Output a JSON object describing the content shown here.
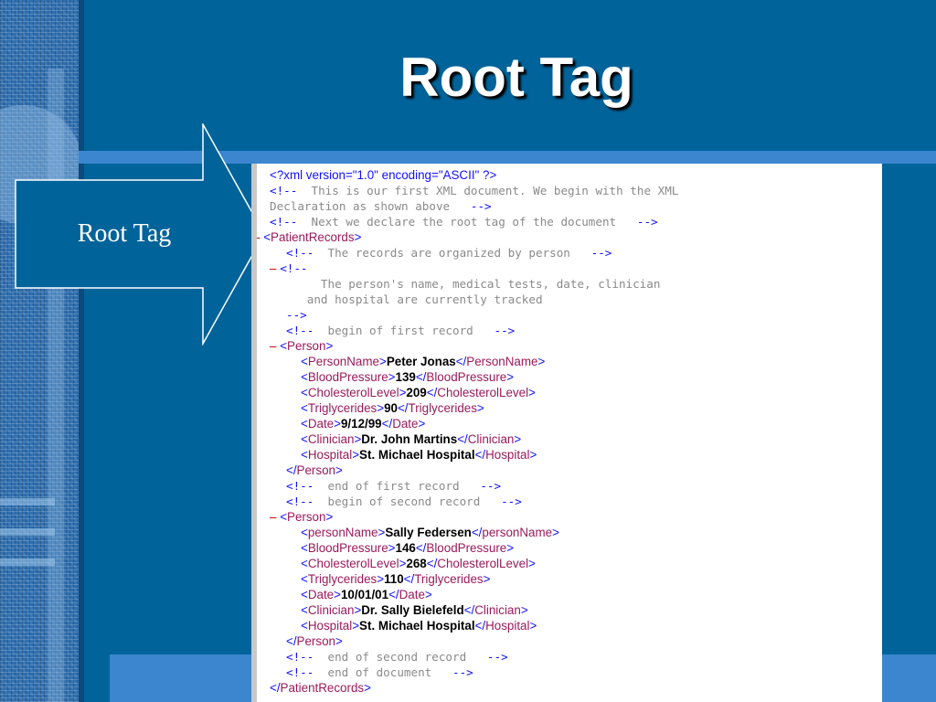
{
  "slide": {
    "title": "Root Tag",
    "arrow_label": "Root Tag"
  },
  "xml": {
    "decl": "<?xml version=\"1.0\" encoding=\"ASCII\" ?>",
    "comment1_open": "<!--",
    "comment1_a": "  This is our first XML document. We begin with the XML",
    "comment1_b": "Declaration as shown above   ",
    "comment_close": "-->",
    "comment2_text": "  Next we declare the root tag of the document   ",
    "collapse": "–",
    "root_tag": "PatientRecords",
    "comment3_text": "  The records are organized by person   ",
    "comment4_a": "     The person's name, medical tests, date, clinician",
    "comment4_b": "   and hospital are currently tracked",
    "comment5_text": "  begin of first record   ",
    "comment6_text": "  end of first record   ",
    "comment7_text": "  begin of second record   ",
    "comment8_text": "  end of second record   ",
    "comment9_text": "  end of document   ",
    "person_tag": "Person",
    "person1": {
      "name_tag": "PersonName",
      "name": "Peter Jonas",
      "bp": "139",
      "chol": "209",
      "trig": "90",
      "date": "9/12/99",
      "clinician": "Dr. John Martins",
      "hospital": "St. Michael Hospital"
    },
    "person2": {
      "name_tag": "personName",
      "name": "Sally Federsen",
      "bp": "146",
      "chol": "268",
      "trig": "110",
      "date": "10/01/01",
      "clinician": "Dr. Sally Bielefeld",
      "hospital": "St. Michael Hospital"
    },
    "tags": {
      "bp": "BloodPressure",
      "chol": "CholesterolLevel",
      "trig": "Triglycerides",
      "date": "Date",
      "clinician": "Clinician",
      "hospital": "Hospital"
    }
  }
}
